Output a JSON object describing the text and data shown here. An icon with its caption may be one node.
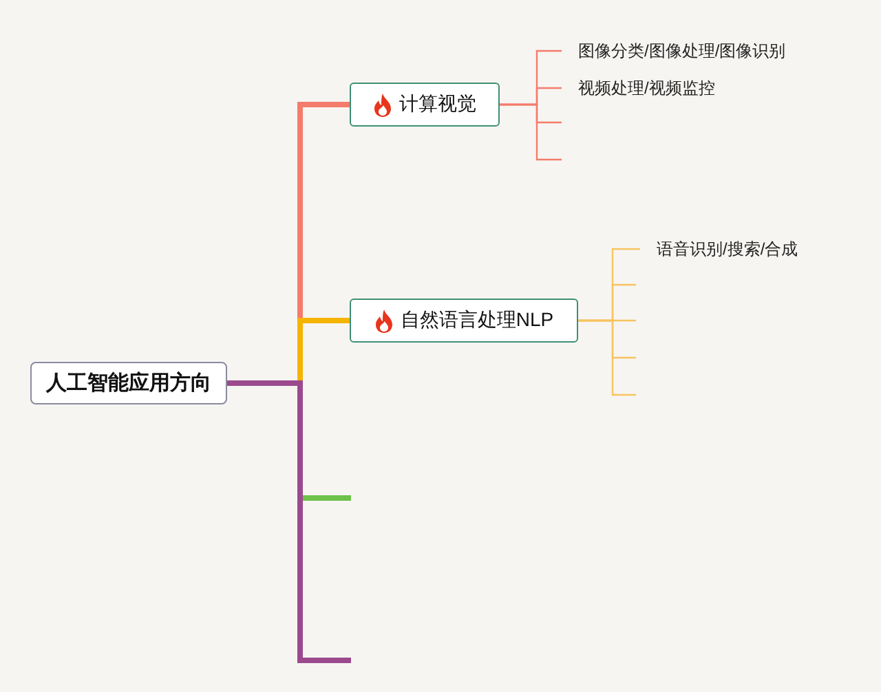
{
  "diagram": {
    "nodes": [
      {
        "text": [
          "人工智能应用方向"
        ]
      },
      {
        "text": [
          "计算视觉"
        ]
      },
      {
        "text": [
          "自然语言处理NLP"
        ]
      },
      {
        "text": [
          "图像分类/图像处理/图像识别"
        ]
      },
      {
        "text": [
          "视频处理/视频监控"
        ]
      },
      {
        "text": [
          "语音识别/搜索/合成"
        ]
      }
    ],
    "edges": [
      {
        "from": 0,
        "to": 1,
        "arrow": "none",
        "style": "thick",
        "color": "#f47c6c"
      },
      {
        "from": 0,
        "to": 2,
        "arrow": "none",
        "style": "thick",
        "color": "#f5b400"
      },
      {
        "from": 0,
        "to": null,
        "arrow": "none",
        "style": "thick",
        "color": "#6cc24a"
      },
      {
        "from": 0,
        "to": null,
        "arrow": "none",
        "style": "thick",
        "color": "#9b4a8e"
      },
      {
        "from": 1,
        "to": 3,
        "arrow": "none",
        "color": "#f47c6c"
      },
      {
        "from": 1,
        "to": 4,
        "arrow": "none",
        "color": "#f47c6c"
      },
      {
        "from": 1,
        "to": null,
        "arrow": "none",
        "color": "#f47c6c"
      },
      {
        "from": 1,
        "to": null,
        "arrow": "none",
        "color": "#f47c6c"
      },
      {
        "from": 2,
        "to": 5,
        "arrow": "none",
        "color": "#f7c460"
      },
      {
        "from": 2,
        "to": null,
        "arrow": "none",
        "color": "#f7c460"
      },
      {
        "from": 2,
        "to": null,
        "arrow": "none",
        "color": "#f7c460"
      },
      {
        "from": 2,
        "to": null,
        "arrow": "none",
        "color": "#f7c460"
      },
      {
        "from": 2,
        "to": null,
        "arrow": "none",
        "color": "#f7c460"
      }
    ]
  }
}
